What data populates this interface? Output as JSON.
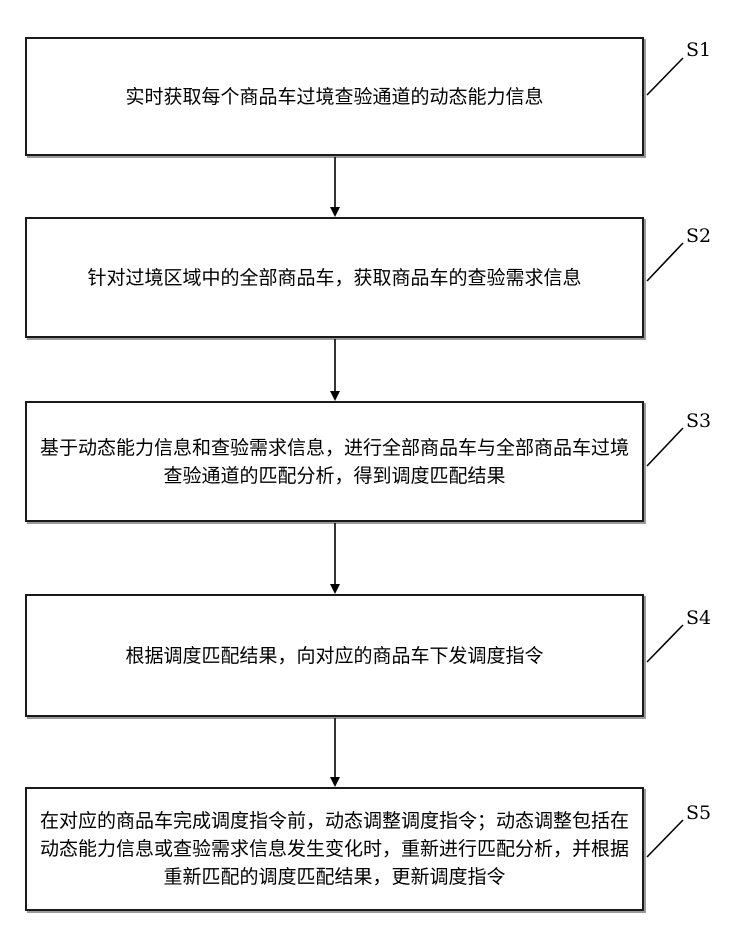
{
  "steps": [
    {
      "label": "S1",
      "text": "实时获取每个商品车过境查验通道的动态能力信息"
    },
    {
      "label": "S2",
      "text": "针对过境区域中的全部商品车，获取商品车的查验需求信息"
    },
    {
      "label": "S3",
      "text": "基于动态能力信息和查验需求信息，进行全部商品车与全部商品车过境查验通道的匹配分析，得到调度匹配结果"
    },
    {
      "label": "S4",
      "text": "根据调度匹配结果，向对应的商品车下发调度指令"
    },
    {
      "label": "S5",
      "text": "在对应的商品车完成调度指令前，动态调整调度指令；动态调整包括在动态能力信息或查验需求信息发生变化时，重新进行匹配分析，并根据重新匹配的调度匹配结果，更新调度指令"
    }
  ]
}
